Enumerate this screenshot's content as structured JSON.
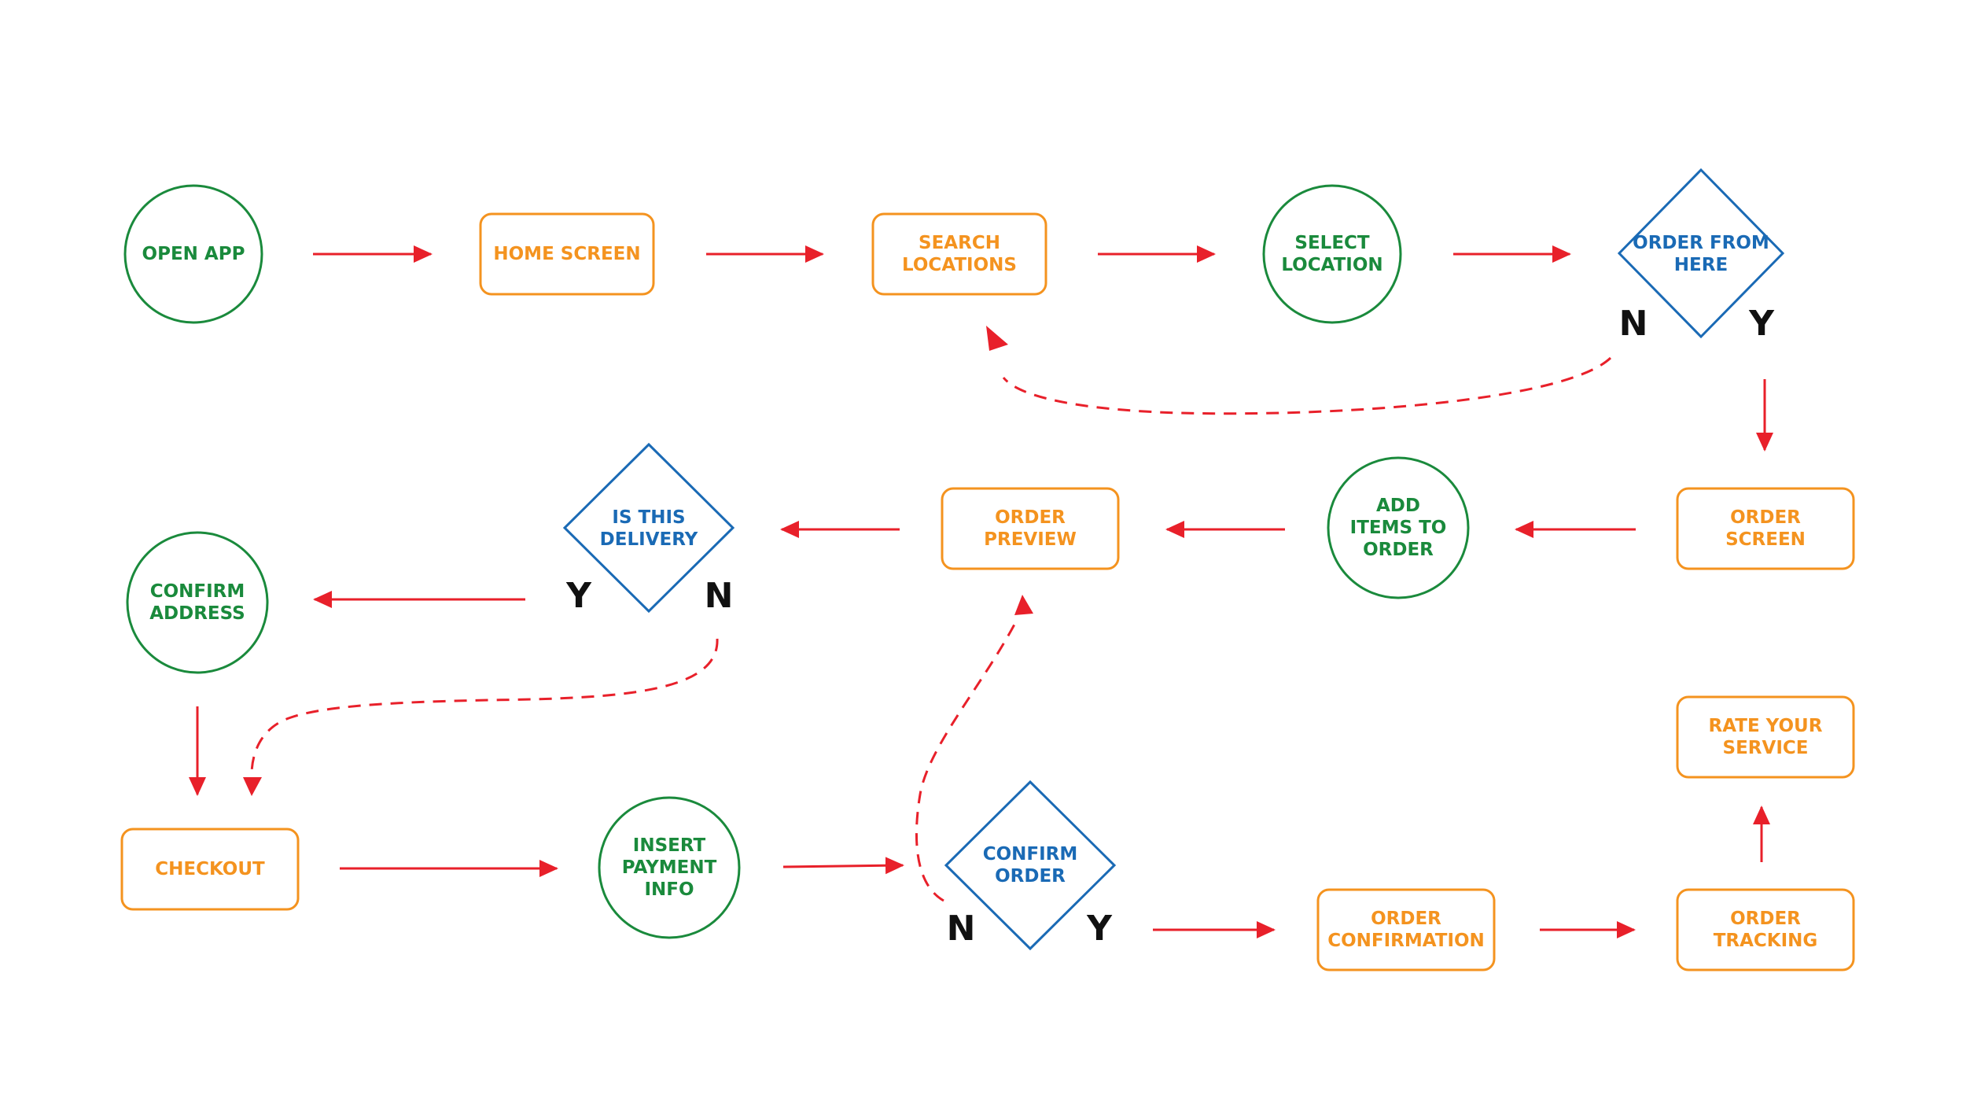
{
  "colors": {
    "circle": "#1a8a3c",
    "process": "#f4931f",
    "decision": "#1a6ab5",
    "arrow": "#e8202a",
    "branch_label": "#111111"
  },
  "nodes": {
    "open_app": [
      "OPEN APP"
    ],
    "home_screen": [
      "HOME SCREEN"
    ],
    "search_locations": [
      "SEARCH",
      "LOCATIONS"
    ],
    "select_location": [
      "SELECT",
      "LOCATION"
    ],
    "order_from_here": [
      "ORDER FROM",
      "HERE"
    ],
    "order_screen": [
      "ORDER",
      "SCREEN"
    ],
    "add_items": [
      "ADD",
      "ITEMS TO",
      "ORDER"
    ],
    "order_preview": [
      "ORDER",
      "PREVIEW"
    ],
    "is_delivery": [
      "IS THIS",
      "DELIVERY"
    ],
    "confirm_address": [
      "CONFIRM",
      "ADDRESS"
    ],
    "checkout": [
      "CHECKOUT"
    ],
    "insert_payment": [
      "INSERT",
      "PAYMENT",
      "INFO"
    ],
    "confirm_order": [
      "CONFIRM",
      "ORDER"
    ],
    "order_confirmation": [
      "ORDER",
      "CONFIRMATION"
    ],
    "order_tracking": [
      "ORDER",
      "TRACKING"
    ],
    "rate_service": [
      "RATE YOUR",
      "SERVICE"
    ]
  },
  "branch_labels": {
    "order_from_here_no": "N",
    "order_from_here_yes": "Y",
    "is_delivery_yes": "Y",
    "is_delivery_no": "N",
    "confirm_order_no": "N",
    "confirm_order_yes": "Y"
  }
}
